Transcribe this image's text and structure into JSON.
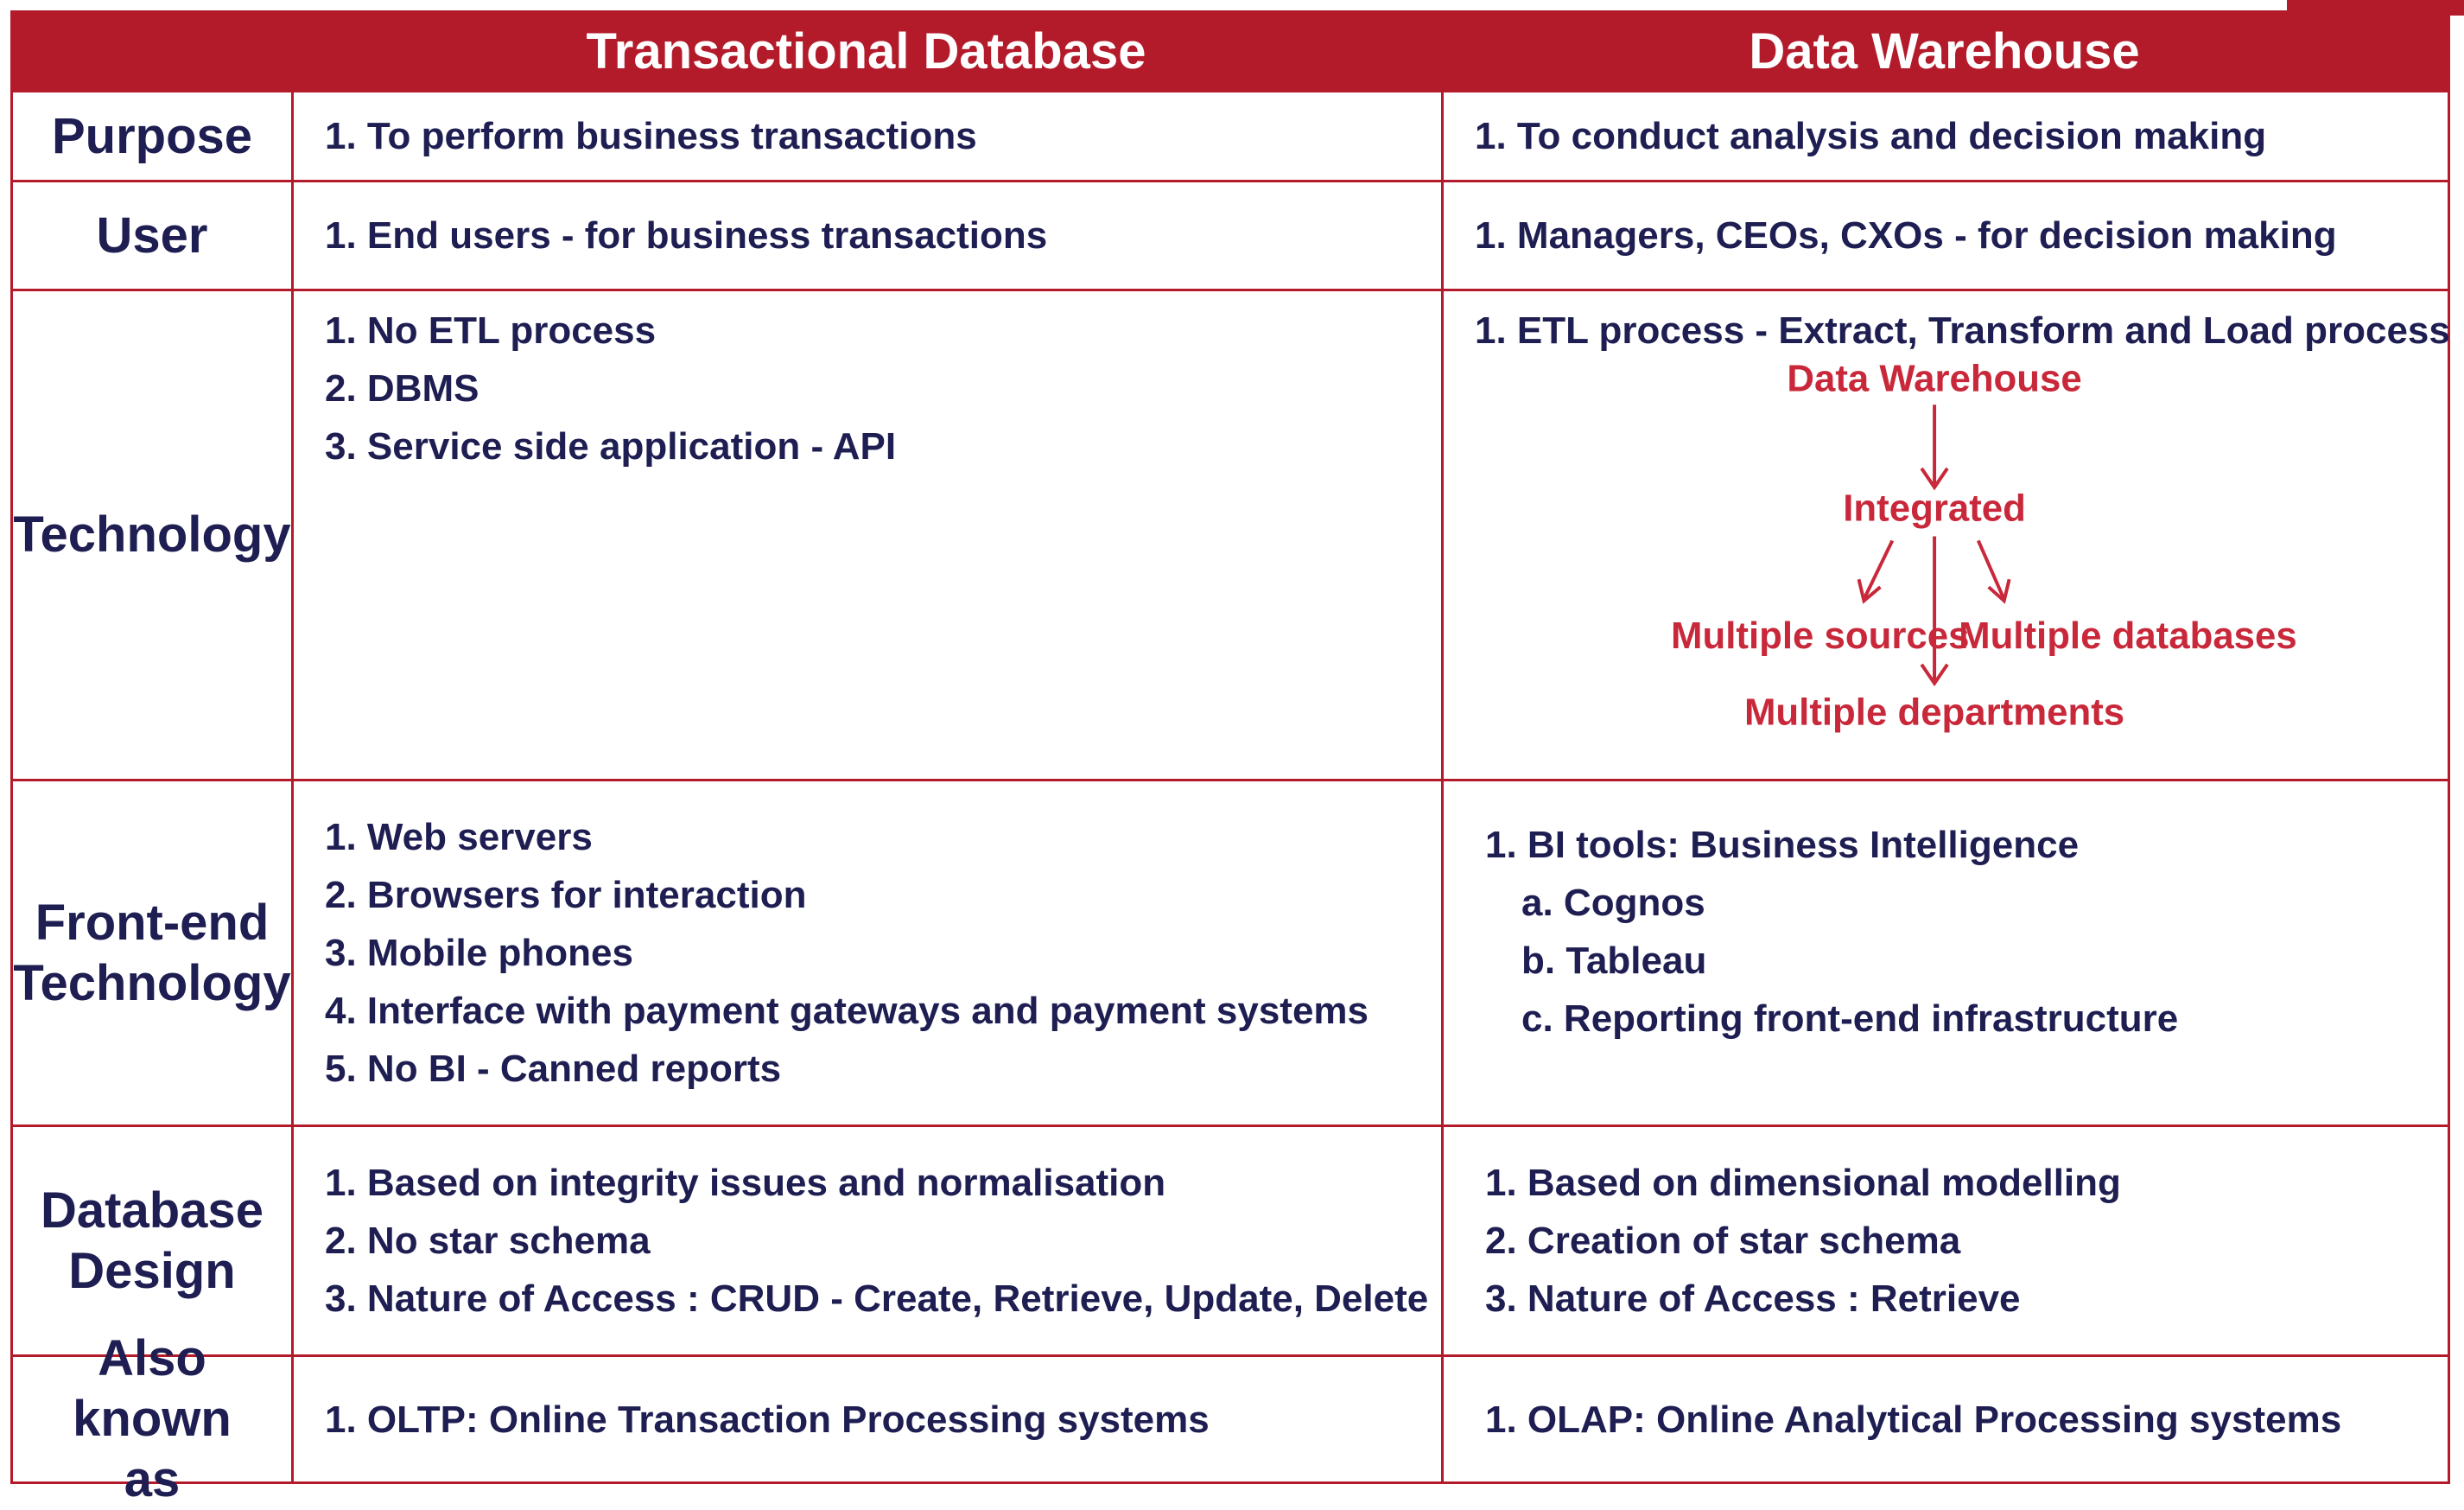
{
  "headers": {
    "transactional": "Transactional Database",
    "warehouse": "Data Warehouse"
  },
  "rows": [
    {
      "label": "Purpose",
      "transactional": [
        "1. To perform business transactions"
      ],
      "warehouse": [
        "1. To conduct analysis and decision making"
      ]
    },
    {
      "label": "User",
      "transactional": [
        "1. End users - for business  transactions"
      ],
      "warehouse": [
        "1. Managers, CEOs, CXOs - for decision making"
      ]
    },
    {
      "label": "Technology",
      "transactional": [
        "1. No ETL process",
        "2. DBMS",
        "3. Service side application - API"
      ],
      "warehouse": [
        "1. ETL process - Extract, Transform and Load process"
      ],
      "hierarchy": {
        "top": "Data Warehouse",
        "middle": "Integrated",
        "left": "Multiple sources",
        "right": "Multiple databases",
        "bottom": "Multiple departments",
        "color": "#c8283a"
      }
    },
    {
      "label_lines": [
        "Front-end",
        "Technology"
      ],
      "transactional": [
        "1. Web servers",
        "2. Browsers for interaction",
        "3. Mobile phones",
        "4. Interface with payment gateways and payment systems",
        "5. No BI - Canned reports"
      ],
      "warehouse": [
        "1. BI tools: Business Intelligence",
        "a. Cognos",
        "b. Tableau",
        "c. Reporting front-end infrastructure"
      ]
    },
    {
      "label_lines": [
        "Database",
        "Design"
      ],
      "transactional": [
        "1. Based on integrity issues and normalisation",
        "2. No star schema",
        "3. Nature of Access : CRUD - Create, Retrieve, Update, Delete"
      ],
      "warehouse": [
        "1. Based on dimensional modelling",
        "2. Creation of star schema",
        "3. Nature of Access : Retrieve"
      ]
    },
    {
      "label_lines": [
        "Also known",
        "as"
      ],
      "transactional": [
        "1. OLTP: Online Transaction Processing systems"
      ],
      "warehouse": [
        "1. OLAP: Online Analytical  Processing systems"
      ]
    }
  ],
  "colors": {
    "accent": "#b31b2b",
    "text": "#1e1e52",
    "diagram": "#c8283a",
    "background": "#ffffff"
  }
}
